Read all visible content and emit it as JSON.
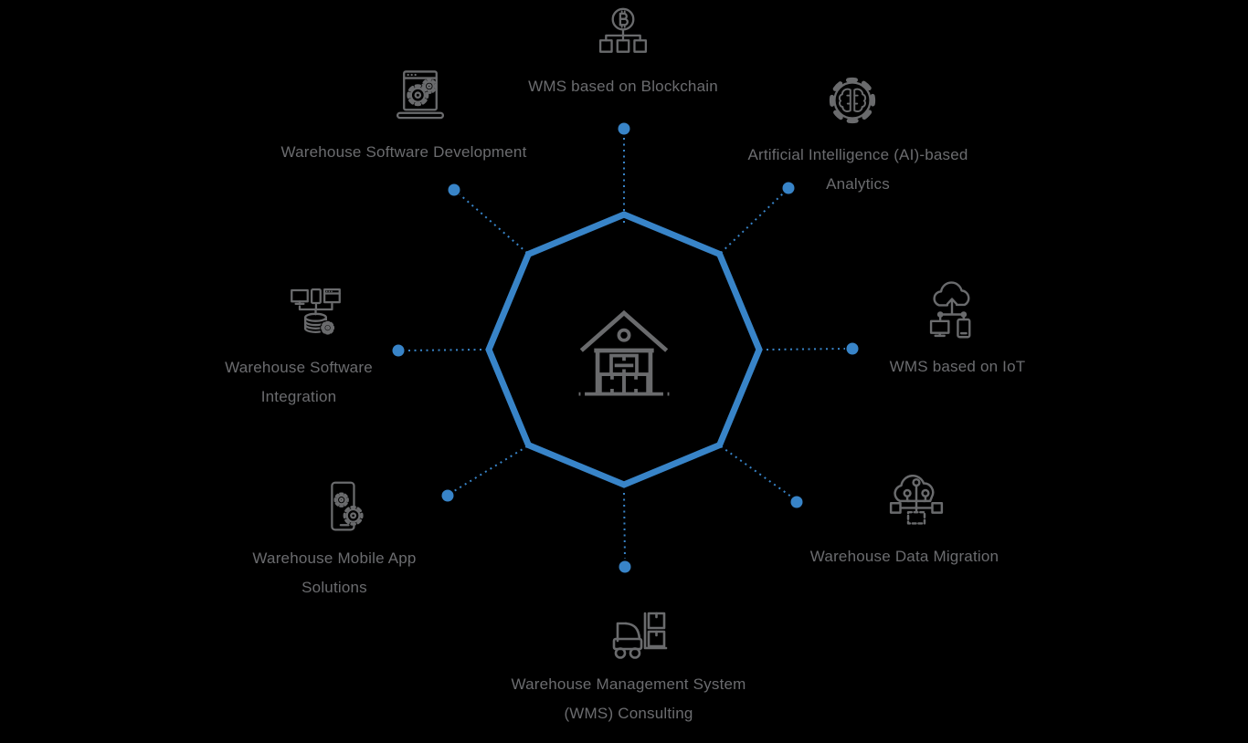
{
  "colors": {
    "accent_blue": "#3884c8",
    "icon_gray": "#6a6b6d",
    "text_gray": "#6b6c6f",
    "background": "#000000"
  },
  "center": {
    "icon": "warehouse-icon"
  },
  "nodes": [
    {
      "id": "blockchain",
      "icon": "blockchain-icon",
      "lines": [
        "WMS based on Blockchain"
      ]
    },
    {
      "id": "software-development",
      "icon": "software-development-icon",
      "lines": [
        "Warehouse Software Development"
      ]
    },
    {
      "id": "ai-analytics",
      "icon": "ai-gear-brain-icon",
      "lines": [
        "Artificial Intelligence (AI)-based",
        "Analytics"
      ]
    },
    {
      "id": "software-integration",
      "icon": "software-integration-icon",
      "lines": [
        "Warehouse Software",
        "Integration"
      ]
    },
    {
      "id": "iot",
      "icon": "iot-cloud-icon",
      "lines": [
        "WMS based on IoT"
      ]
    },
    {
      "id": "mobile-app",
      "icon": "mobile-app-icon",
      "lines": [
        "Warehouse Mobile App",
        "Solutions"
      ]
    },
    {
      "id": "data-migration",
      "icon": "data-migration-icon",
      "lines": [
        "Warehouse Data Migration"
      ]
    },
    {
      "id": "consulting",
      "icon": "forklift-icon",
      "lines": [
        "Warehouse Management System",
        "(WMS) Consulting"
      ]
    }
  ]
}
